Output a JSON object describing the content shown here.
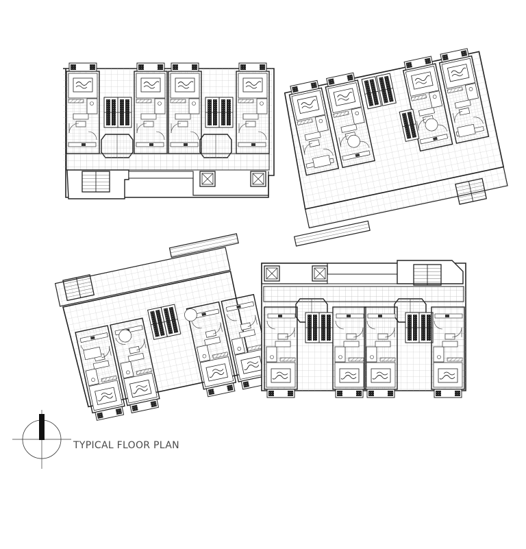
{
  "drawing": {
    "title": "TYPICAL FLOOR PLAN",
    "north_arrow": true,
    "blocks": [
      {
        "name": "block-top-left",
        "units": 4
      },
      {
        "name": "block-top-right",
        "units": 4
      },
      {
        "name": "block-bottom-left",
        "units": 4
      },
      {
        "name": "block-bottom-right",
        "units": 4
      }
    ]
  }
}
